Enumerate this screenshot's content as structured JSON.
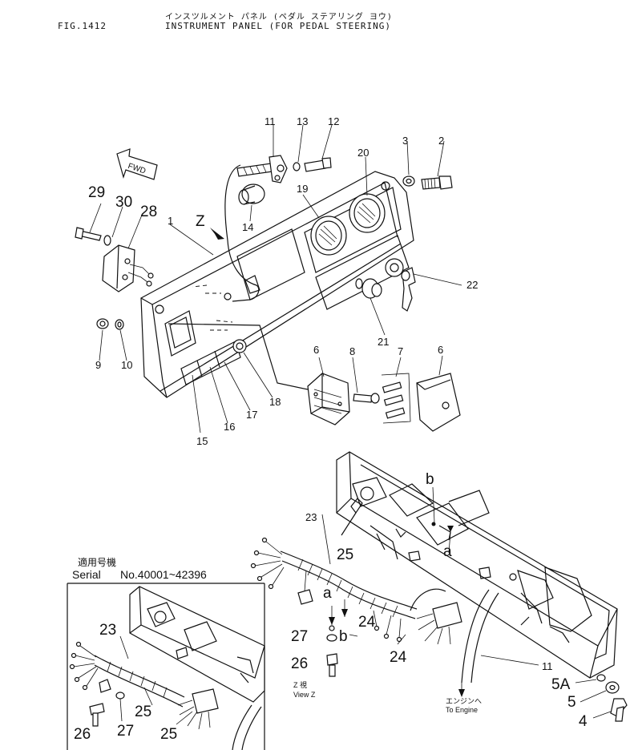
{
  "header": {
    "fig_number": "FIG.1412",
    "title_katakana": "インスツルメント パネル (ペダル ステアリング ヨウ)",
    "title_english": "INSTRUMENT PANEL (FOR PEDAL STEERING)"
  },
  "main_diagram": {
    "fwd_arrow": "FWD",
    "view_marker": "Z",
    "callouts": {
      "c1": "1",
      "c2": "2",
      "c3": "3",
      "c6a": "6",
      "c6b": "6",
      "c7": "7",
      "c8": "8",
      "c9": "9",
      "c10": "10",
      "c11": "11",
      "c12": "12",
      "c13": "13",
      "c14": "14",
      "c15": "15",
      "c16": "16",
      "c17": "17",
      "c18": "18",
      "c19": "19",
      "c20": "20",
      "c21": "21",
      "c22": "22",
      "c28": "28",
      "c29": "29",
      "c30": "30"
    }
  },
  "view_z": {
    "caption_jp": "Z 視",
    "caption_en": "View Z",
    "to_engine_jp": "エンジンへ",
    "to_engine_en": "To Engine",
    "callouts": {
      "b_top": "b",
      "a_top": "a",
      "c23": "23",
      "c25": "25",
      "a_mid": "a",
      "c24a": "24",
      "c27": "27",
      "b_mid": "b",
      "c26": "26",
      "c24b": "24",
      "c11": "11",
      "c5A": "5A",
      "c5": "5",
      "c4": "4"
    }
  },
  "inset": {
    "heading_jp": "適用号機",
    "serial_label": "Serial",
    "serial_range": "No.40001~42396",
    "callouts": {
      "c23": "23",
      "c25a": "25",
      "c26": "26",
      "c27": "27",
      "c25b": "25"
    }
  }
}
